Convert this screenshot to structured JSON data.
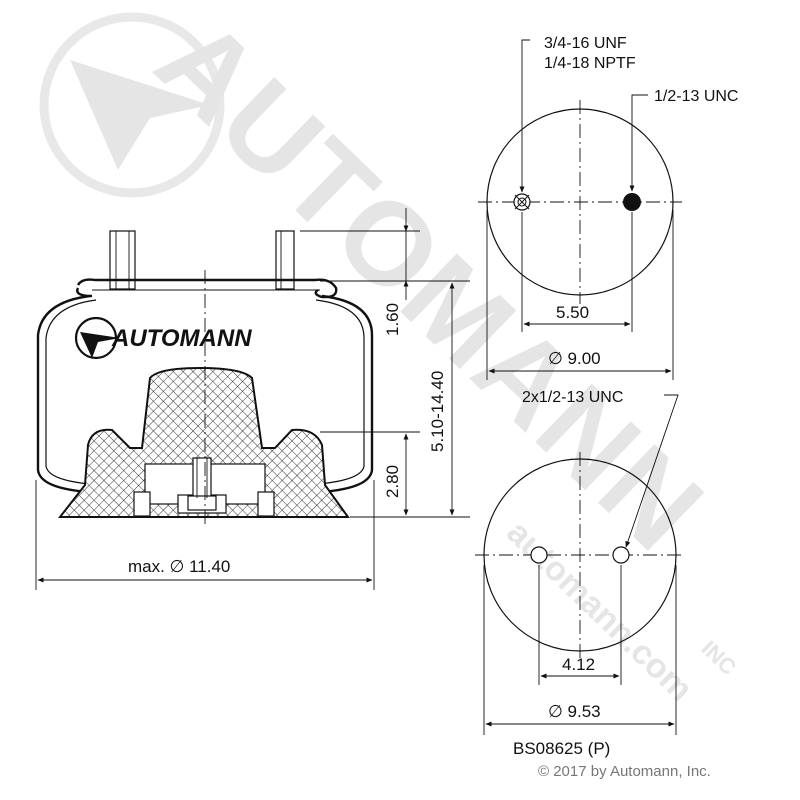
{
  "watermark": {
    "wordmark": "AUTOMANN",
    "url": "automann.com",
    "mark": "INC"
  },
  "side_view": {
    "logo": "AUTOMANN",
    "dim_top_to_bead": "1.60",
    "dim_height_range": "5.10-14.40",
    "dim_piston_height": "2.80",
    "dim_max_diameter": "max. ∅ 11.40"
  },
  "top_view": {
    "port_label_1": "3/4-16 UNF",
    "port_label_2": "1/4-18 NPTF",
    "stud_label": "1/2-13 UNC",
    "dim_stud_spacing": "5.50",
    "dim_plate_diameter": "∅ 9.00"
  },
  "bottom_view": {
    "thread_label": "2x1/2-13 UNC",
    "dim_hole_spacing": "4.12",
    "dim_piston_diameter": "∅ 9.53"
  },
  "part_number": "BS08625 (P)",
  "copyright": "© 2017 by Automann, Inc."
}
